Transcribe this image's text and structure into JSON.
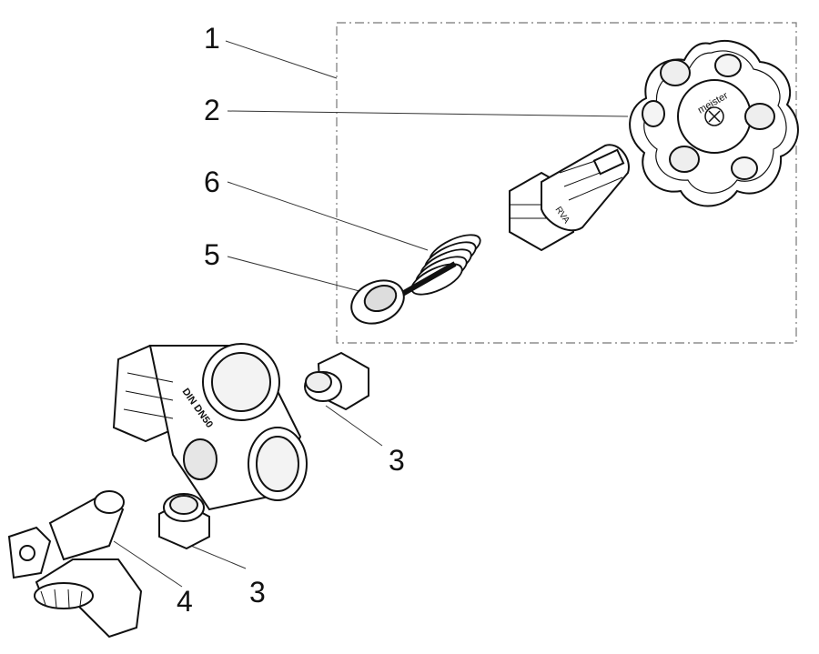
{
  "diagram": {
    "callouts": [
      {
        "id": "c1",
        "label": "1"
      },
      {
        "id": "c2",
        "label": "2"
      },
      {
        "id": "c6",
        "label": "6"
      },
      {
        "id": "c5",
        "label": "5"
      },
      {
        "id": "c3a",
        "label": "3"
      },
      {
        "id": "c4",
        "label": "4"
      },
      {
        "id": "c3b",
        "label": "3"
      }
    ],
    "handwheel_text": "meister",
    "bonnet_text": "RVA",
    "body_text": "DIN DN50",
    "colors": {
      "line": "#111111",
      "fill": "#ffffff",
      "shade": "#d9d9d9",
      "dashed": "#777777"
    }
  }
}
